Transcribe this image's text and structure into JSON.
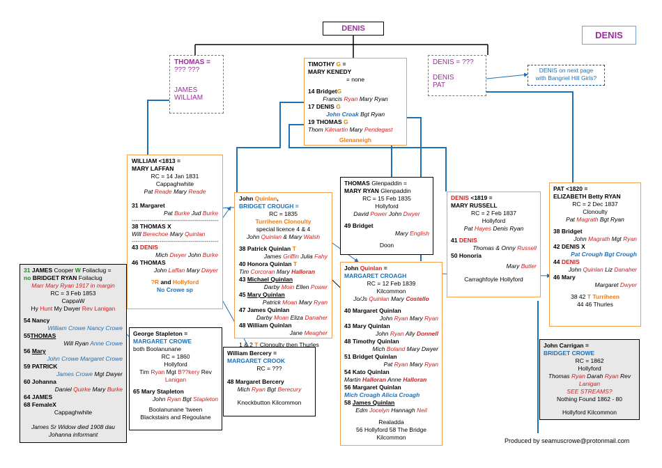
{
  "root": {
    "name": "DENIS"
  },
  "badge": {
    "name": "DENIS"
  },
  "thomas": {
    "head": "THOMAS =",
    "wife": "??? ???",
    "k1": "JAMES",
    "k2": "WILLIAM"
  },
  "timothy": {
    "name": "TIMOTHY",
    "g": "G",
    "eq": " =",
    "wife": "MARY KENEDY",
    "rc": "= none",
    "l1n": "14",
    "l1a": "Bridget",
    "l1b": "G",
    "l1s_a": "Francis",
    "l1s_b": "Ryan",
    "l1s_c": "Mary Ryan",
    "l2n": "17",
    "l2a": "DENIS",
    "l2b": "G",
    "l2s_a": "John Croak",
    "l2s_b": "Bgt Ryan",
    "l3n": "19",
    "l3a": "THOMAS",
    "l3b": "G",
    "l3s_a": "Thom",
    "l3s_b": "Kilmartin",
    "l3s_c": "Mary",
    "l3s_d": "Pendegast",
    "place": "Glenaneigh"
  },
  "denisq": {
    "head": "DENIS = ???",
    "k1": "DENIS",
    "k2": "PAT"
  },
  "note": {
    "l1": "DENIS  on next page",
    "l2": "with Bangriel Hill Girls?"
  },
  "william": {
    "head": "WILLIAM <1813 =",
    "wife": "MARY LAFFAN",
    "rc": "RC = 14 Jan 1831",
    "par": "Cappaghwhite",
    "sp_a": "Pat",
    "sp_b": "Reade",
    "sp_c": "Mary",
    "sp_d": "Reade",
    "m1n": "31",
    "m1": "Margaret",
    "m1s_a": "Pat",
    "m1s_b": "Burke",
    "m1s_c": "Jud",
    "m1s_d": "Burke",
    "sep": "--------------------------------------------",
    "m2n": "38",
    "m2": "THOMAS X",
    "m2s_a": "Will",
    "m2s_b": "Berechoe",
    "m2s_c": "Mary",
    "m2s_d": "Quinlan",
    "m3n": "43",
    "m3": "DENIS",
    "m3s_a": "Mich",
    "m3s_b": "Dwyer",
    "m3s_c": "John",
    "m3s_d": "Burke",
    "m4n": "46",
    "m4": "THOMAS",
    "m4s_a": "John",
    "m4s_b": "Laffan",
    "m4s_c": "Mary",
    "m4s_d": "Dwyer",
    "q1": "?R",
    "q2": "and",
    "q3": "Hollyford",
    "q4": "No Crowe sp"
  },
  "quinlan": {
    "head_a": "John",
    "head_b": "Quinlan",
    "head_c": ",",
    "wife": "BRIDGET CROUGH",
    "eq": " =",
    "rc": "RC = 1835",
    "par": "Turriheen Clonoulty",
    "lic": "special licence 4 & 4",
    "sp_a": "John",
    "sp_b": "Quinlan",
    "sp_c": "& Mary",
    "sp_d": "Walsh",
    "a_n": "38",
    "a": "Patrick Quinlan",
    "a_t": "T",
    "as_a": "James",
    "as_b": "Griffin",
    "as_c": "Julia",
    "as_d": "Fahy",
    "b_n": "40",
    "b": "Honora Quinlan",
    "b_t": "T",
    "bs_a": "Tim",
    "bs_b": "Corcoran",
    "bs_c": "Mary",
    "bs_d": "Halloran",
    "c_n": "43",
    "c": "Michael Quinlan",
    "cs_a": "Darby",
    "cs_b": "Moin",
    "cs_c": "Ellen",
    "cs_d": "Power",
    "d_n": "45",
    "d": "Mary Quinlan",
    "ds_a": "Patrick",
    "ds_b": "Moan",
    "ds_c": "Mary",
    "ds_d": "Ryan",
    "e_n": "47",
    "e": "James Quinlan",
    "es_a": "Darby",
    "es_b": "Moan",
    "es_c": "Eliza",
    "es_d": "Danaher",
    "f_n": "48",
    "f": "William Quinlan",
    "fs_a": "Jane",
    "fs_b": "Meagher",
    "foot_a": "1 & 2",
    "foot_b": "T",
    "foot_c": "Clonoulty then Thurles"
  },
  "thomasg": {
    "head": "THOMAS",
    "head2": "Glenpaddin =",
    "wife": "MARY RYAN",
    "wife2": "Glenpaddin",
    "rc": "RC = 15 Feb 1835",
    "par": "Hollyford",
    "sp_a": "David",
    "sp_b": "Power",
    "sp_c": "John",
    "sp_d": "Dwyer",
    "k_n": "49",
    "k": "Bridget",
    "ks_a": "Mary",
    "ks_b": "English",
    "place": "Doon"
  },
  "denis1819": {
    "head_a": "DENIS",
    "head_b": "<1819 =",
    "wife": "MARY RUSSELL",
    "rc": "RC = 2 Feb 1837",
    "par": "Hollyford",
    "sp_a": "Pat",
    "sp_b": "Hayes",
    "sp_c": "Denis Ryan",
    "a_n": "41",
    "a": "DENIS",
    "as_a": "Thomas & Onny",
    "as_b": "Russell",
    "b_n": "50",
    "b": "Honoria",
    "bs_a": "Mary",
    "bs_b": "Butler",
    "place": "Carraghfoyle  Hollyford"
  },
  "pat": {
    "head": "PAT <1820 =",
    "wife": "ELIZABETH Betty RYAN",
    "rc": "RC =  2 Dec 1837",
    "par": "Clonoulty",
    "sp_a": "Pat",
    "sp_b": "Magrath",
    "sp_c": "Bgt Ryan",
    "a_n": "38",
    "a": "Bridget",
    "as_a": "John",
    "as_b": "Magrath",
    "as_c": "Mgt",
    "as_d": "Ryan",
    "b_n": "42",
    "b": "DENIS X",
    "bs": "Pat Crough Bgt Crough",
    "c_n": "44",
    "c": "DENIS",
    "cs_a": "John",
    "cs_b": "Quinlan",
    "cs_c": "Liz",
    "cs_d": "Danaher",
    "d_n": "46",
    "d": "Mary",
    "ds_a": "Margaret",
    "ds_b": "Dwyer",
    "f1_a": "38 42",
    "f1_b": "T",
    "f1_c": "Turriheen",
    "f2": "44 46 Thurles"
  },
  "jquinlan": {
    "head_a": "John",
    "head_b": "Quinlan",
    "head_c": " =",
    "wife": "MARGARET CROAGH",
    "rc": "RC = 12 Feb 1839",
    "par": "Kilcommon",
    "sp_a": "Jo/Js",
    "sp_b": "Quinlan",
    "sp_c": "Mary",
    "sp_d": "Costello",
    "a_n": "40",
    "a": "Margaret Quinlan",
    "as_a": "John",
    "as_b": "Ryan",
    "as_c": "Mary",
    "as_d": "Ryan",
    "b_n": "43",
    "b": "Mary Quinlan",
    "bs_a": "John",
    "bs_b": "Ryan",
    "bs_c": "Ally",
    "bs_d": "Donnell",
    "c_n": "48",
    "c": "Timothy Quinlan",
    "cs_a": "Mich",
    "cs_b": "Boland",
    "cs_c": "Mary Dwyer",
    "d_n": "51",
    "d": "Bridget Quinlan",
    "ds_a": "Pat",
    "ds_b": "Ryan",
    "ds_c": "Mary",
    "ds_d": "Ryan",
    "e_n": "54",
    "e": "Kato Quinlan",
    "es_a": "Martin",
    "es_b": "Halloran",
    "es_c": "Anne",
    "es_d": "Halloran",
    "f_n": "56",
    "f": "Margaret Quinlan",
    "fs": "Mich Croagh Alicia Croagh",
    "g_n": "58",
    "g": "James Quinlan",
    "gs_a": "Edm",
    "gs_b": "Jocelyn",
    "gs_c": "Hannagh",
    "gs_d": "Neil",
    "p1": "Realadda",
    "p2": "56 Hollyford     58 The Bridge",
    "p3": "Kilcommon"
  },
  "james": {
    "a_n": "31",
    "a": "JAMES",
    "a2": "Cooper",
    "a_w": "W",
    "a3": "Foilaclug =",
    "b_n": "no",
    "b": "BRIDGET RYAN",
    "b2": "Foilaclug",
    "marr": "Marr Mary Ryan 1917 in margin",
    "rc": "RC = 3 Feb 1853",
    "par": "CappaW",
    "sp_a": "Hy",
    "sp_b": "Hunt",
    "sp_c": "My Dwyer",
    "sp_d": "Rev Lanigan",
    "c_n": "54",
    "c": "Nancy",
    "cs": "William Crowe Nancy Crowe",
    "d_n": "55",
    "d": "THOMAS",
    "ds_a": "Will Ryan",
    "ds_b": "Anne Crowe",
    "e_n": "56",
    "e": "Mary",
    "es": "John Crowe Margaret Crowe",
    "f_n": "59",
    "f": "PATRICK",
    "fs_a": "James Crowe",
    "fs_b": "Mgt Dwyer",
    "g_n": "60",
    "g": "Johanna",
    "gs_a": "Daniel",
    "gs_b": "Quirke",
    "gs_c": "Mary",
    "gs_d": "Burke",
    "h_n": "64",
    "h": "JAMES",
    "i_n": "68",
    "i": "FemaleX",
    "place": "Cappaghwhite",
    "foot1": "James Sr Widow died 1908 dau",
    "foot2": "Johanna informant"
  },
  "stapleton": {
    "head": "George Stapleton =",
    "wife": "MARGARET CROWE",
    "p1": "both Boolanunane",
    "rc": "RC = 1860",
    "par": "Hollyford",
    "sp_a": "Tim",
    "sp_b": "Ryan",
    "sp_c": "Mgt",
    "sp_d": "B??kery",
    "sp_e": "Rev",
    "sp_f": "Lanigan",
    "k_n": "65",
    "k": "Mary Stapleton",
    "ks_a": "John",
    "ks_b": "Ryan",
    "ks_c": "Bgt",
    "ks_d": "Stapleton",
    "f1": "Boolanunane  'tween",
    "f2": "Blackstairs and Regoulane"
  },
  "bercery": {
    "head": "William Bercery =",
    "wife": "MARGARET CROOK",
    "rc": "RC = ???",
    "k_n": "48",
    "k": "Margaret Bercery",
    "ks_a": "Mich",
    "ks_b": "Ryan",
    "ks_c": "Bgt",
    "ks_d": "Berecury",
    "place": "Knockbutton   Kilcommon"
  },
  "carrigan": {
    "head": "John Carrigan =",
    "wife": "BRIDGET CROWE",
    "rc": "RC = 1862",
    "par": "Hollyford",
    "sp_a": "Thomas",
    "sp_b": "Ryan",
    "sp_c": "Darah",
    "sp_d": "Ryan",
    "sp_e": "Rev",
    "sp_f": "Lanigan",
    "q": "SEE STREAMS?",
    "nf": "Nothing Found 1862 - 80",
    "place": "Hollyford Kilcommon"
  },
  "credit": "Produced by seamuscrowe@protonmail.com",
  "colors": {
    "border_orange": "#f0a050",
    "line_blue": "#1f6fb5",
    "red": "#d02020",
    "blue": "#1f6fb5",
    "purple": "#9a2e9a",
    "orange": "#f07a10"
  }
}
